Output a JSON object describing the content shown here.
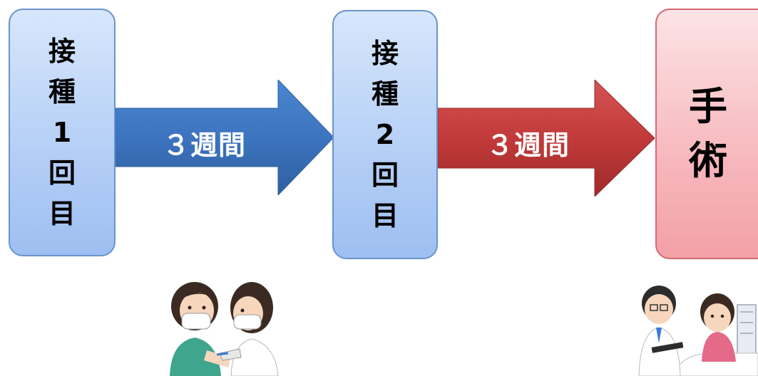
{
  "steps": [
    {
      "chars": [
        "接",
        "種",
        "1",
        "回",
        "目"
      ]
    },
    {
      "chars": [
        "接",
        "種",
        "2",
        "回",
        "目"
      ]
    }
  ],
  "final": {
    "chars": [
      "手",
      "術"
    ]
  },
  "arrows": [
    {
      "label": "３週間"
    },
    {
      "label": "３週間"
    }
  ],
  "colors": {
    "blue_arrow": "#3d74bf",
    "red_arrow": "#c23a3a",
    "blue_box": "#b6d0f6",
    "red_box": "#f7b8bd"
  },
  "illustrations": [
    {
      "icon": "vaccination-illustration-icon"
    },
    {
      "icon": "doctor-patient-illustration-icon"
    }
  ]
}
